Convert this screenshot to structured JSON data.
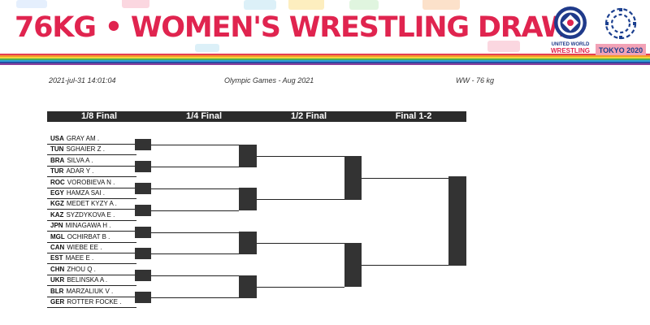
{
  "header": {
    "title": "76KG • WOMEN'S WRESTLING DRAW",
    "uww_logo_text_1": "UNITED WORLD",
    "uww_logo_text_2": "WRESTLING",
    "tokyo_label": "TOKYO 2020"
  },
  "info": {
    "datetime": "2021-jul-31 14:01:04",
    "event": "Olympic Games - Aug 2021",
    "category": "WW - 76 kg"
  },
  "rounds": [
    "1/8 Final",
    "1/4 Final",
    "1/2 Final",
    "Final 1-2"
  ],
  "wrestlers": [
    {
      "country": "USA",
      "name": "GRAY AM ."
    },
    {
      "country": "TUN",
      "name": "SGHAIER Z ."
    },
    {
      "country": "BRA",
      "name": "SILVA A ."
    },
    {
      "country": "TUR",
      "name": "ADAR Y ."
    },
    {
      "country": "ROC",
      "name": "VOROBIEVA N ."
    },
    {
      "country": "EGY",
      "name": "HAMZA SAI ."
    },
    {
      "country": "KGZ",
      "name": "MEDET KYZY A ."
    },
    {
      "country": "KAZ",
      "name": "SYZDYKOVA E ."
    },
    {
      "country": "JPN",
      "name": "MINAGAWA H ."
    },
    {
      "country": "MGL",
      "name": "OCHIRBAT B ."
    },
    {
      "country": "CAN",
      "name": "WIEBE EE ."
    },
    {
      "country": "EST",
      "name": "MAEE E ."
    },
    {
      "country": "CHN",
      "name": "ZHOU Q ."
    },
    {
      "country": "UKR",
      "name": "BELINSKA A ."
    },
    {
      "country": "BLR",
      "name": "MARZALIUK V ."
    },
    {
      "country": "GER",
      "name": "ROTTER FOCKE ."
    }
  ],
  "colors": {
    "title": "#e0244f",
    "header_bar": "#2b2b2b",
    "result_box": "#333333",
    "uww_blue": "#1f3a8a",
    "tokyo_blue": "#1b3f8f"
  }
}
